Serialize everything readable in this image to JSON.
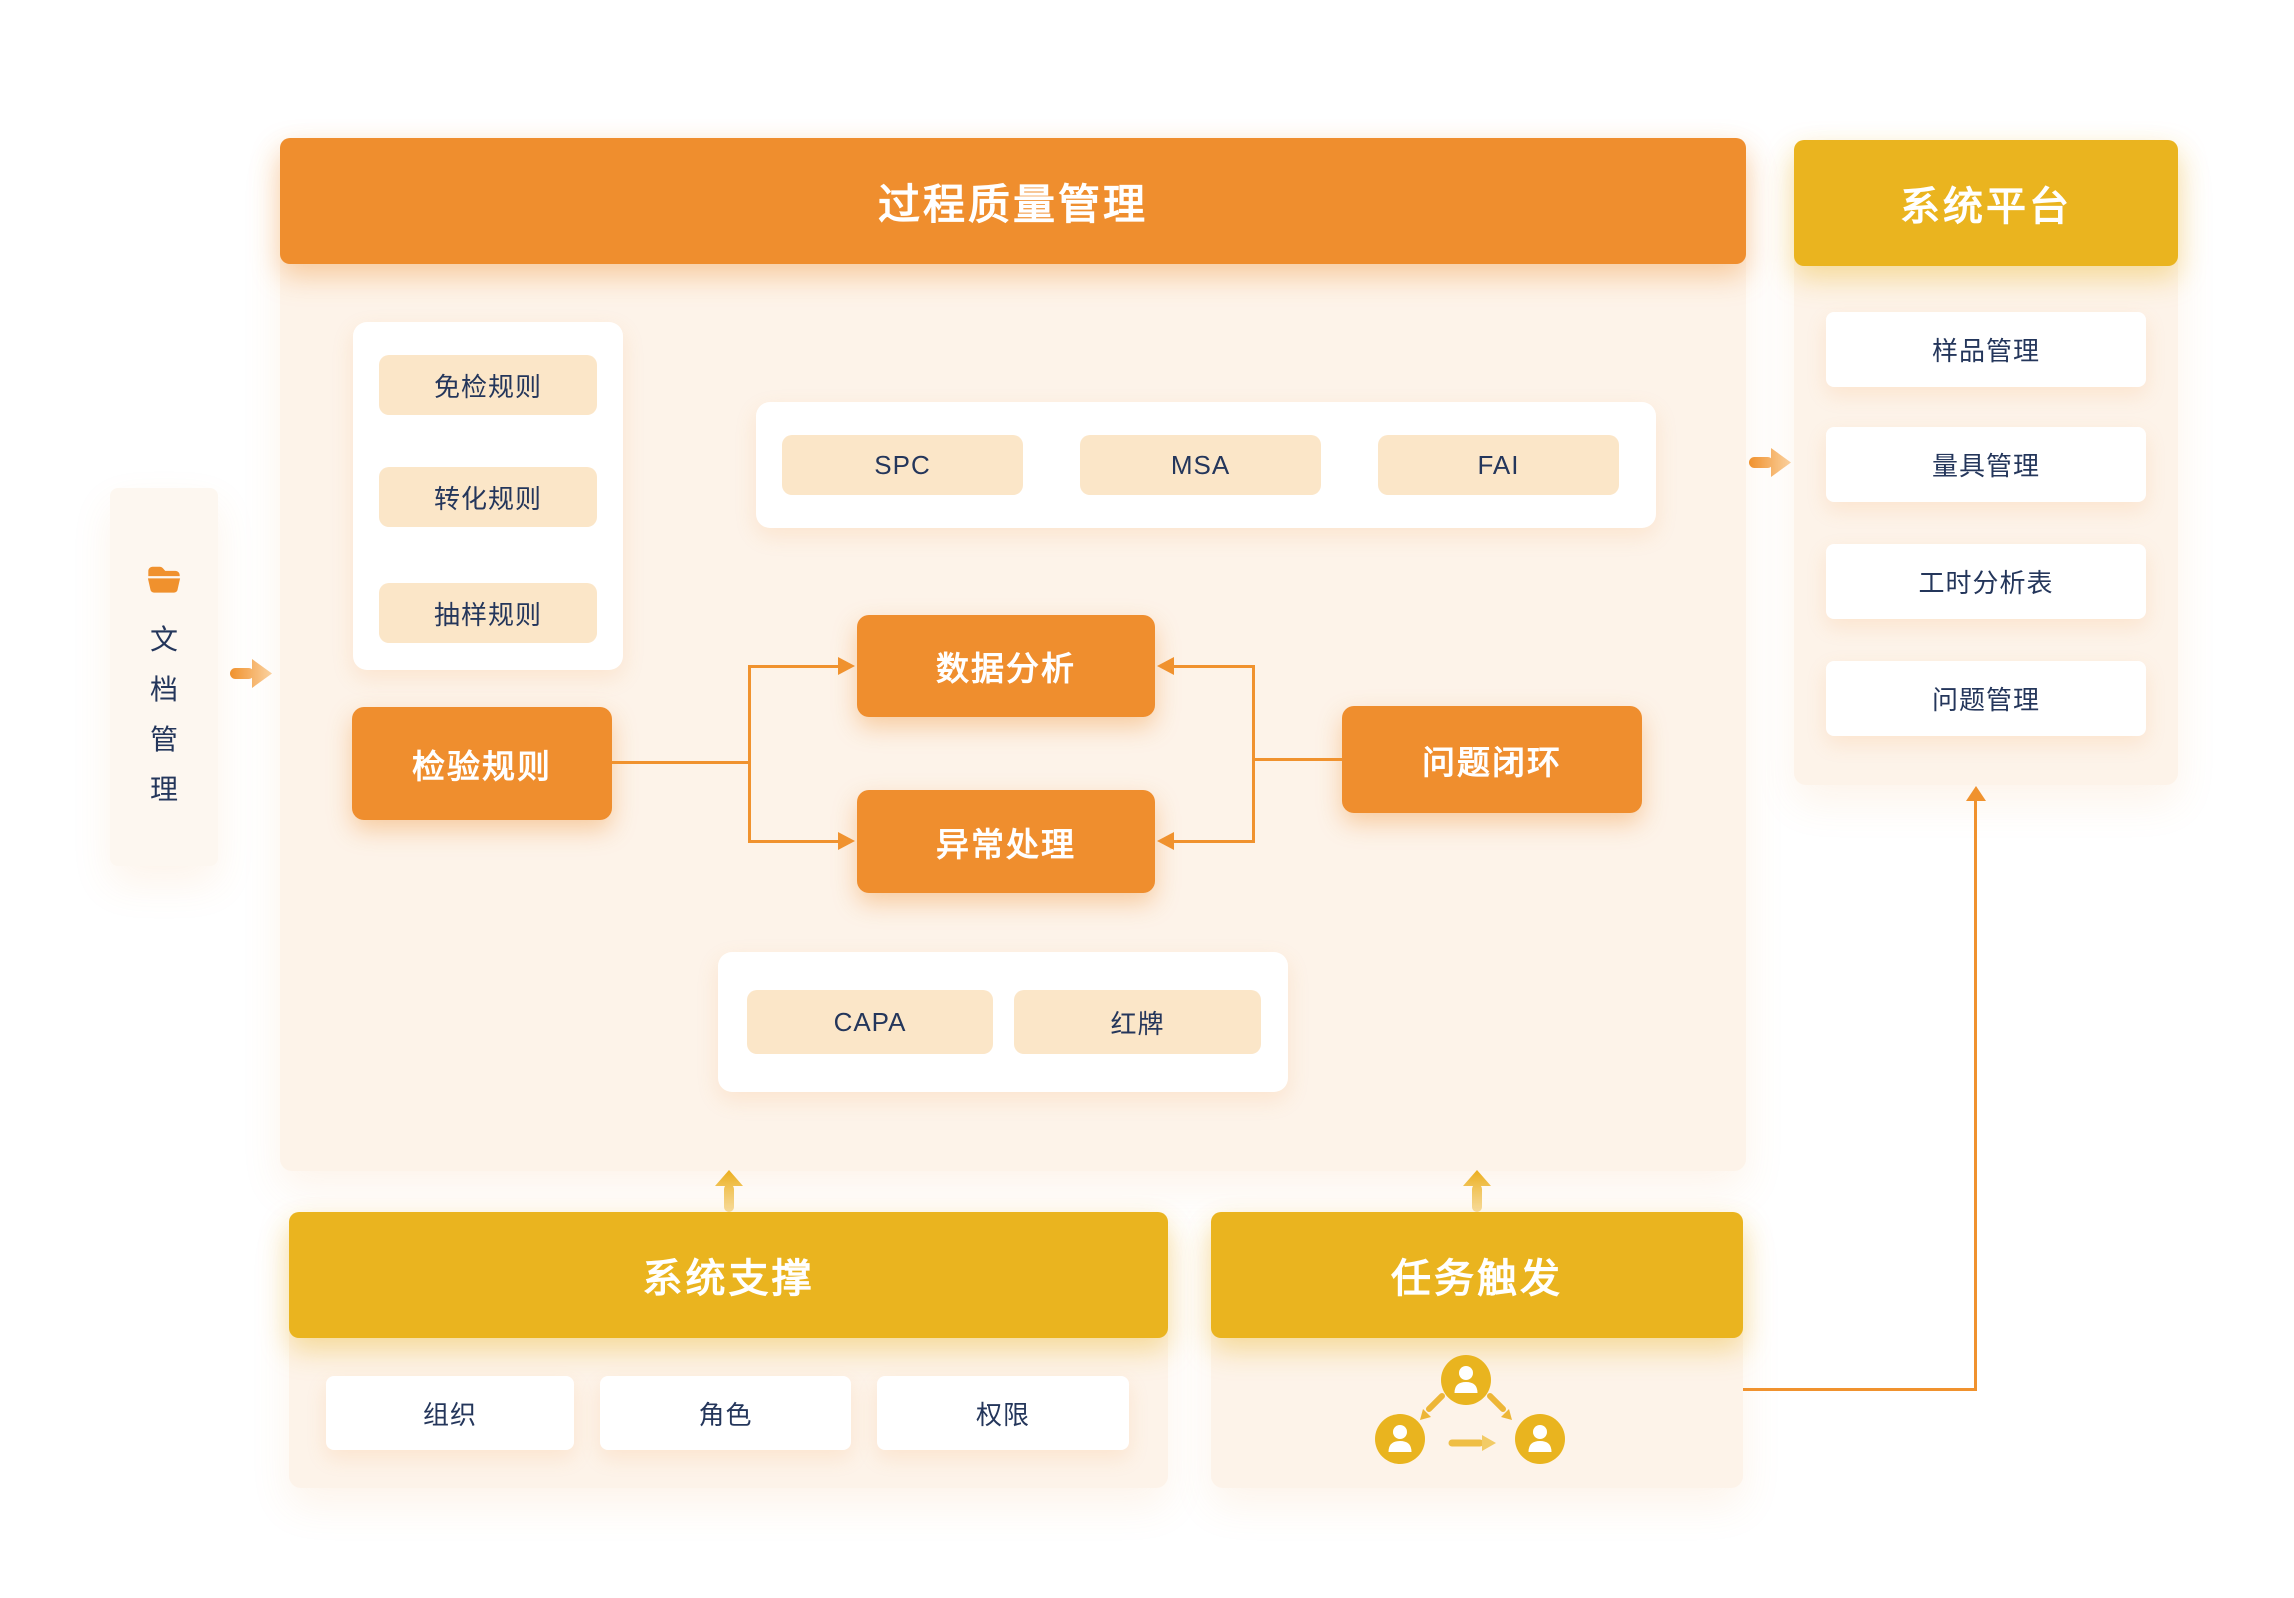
{
  "colors": {
    "orange": "#EF8E2E",
    "gold": "#EAB41F",
    "peach_chip": "#FBE6C8",
    "navy_text": "#24365B",
    "connector_line": "#F0922E",
    "panel_bg": "#FDF3E9"
  },
  "doc_panel": {
    "label": "文档管理",
    "chars": [
      "文",
      "档",
      "管",
      "理"
    ],
    "icon": "folder-icon"
  },
  "main": {
    "title": "过程质量管理",
    "rules": [
      "免检规则",
      "转化规则",
      "抽样规则"
    ],
    "tools": [
      "SPC",
      "MSA",
      "FAI"
    ],
    "flow": {
      "inspection": "检验规则",
      "analysis": "数据分析",
      "exception": "异常处理",
      "loop": "问题闭环"
    },
    "actions": [
      "CAPA",
      "红牌"
    ]
  },
  "platform": {
    "title": "系统平台",
    "items": [
      "样品管理",
      "量具管理",
      "工时分析表",
      "问题管理"
    ]
  },
  "support": {
    "title": "系统支撑",
    "items": [
      "组织",
      "角色",
      "权限"
    ]
  },
  "trigger": {
    "title": "任务触发",
    "icon": "people-workflow"
  }
}
